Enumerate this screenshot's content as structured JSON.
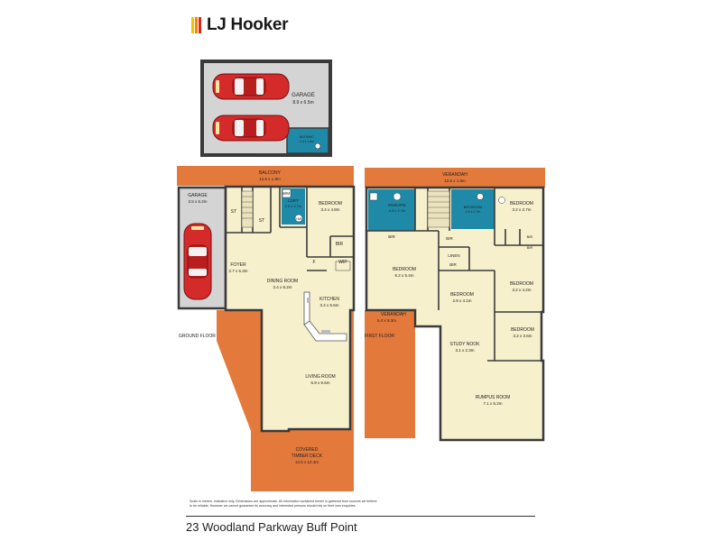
{
  "brand": {
    "name": "LJ Hooker",
    "bar_colors": [
      "#f5c400",
      "#f08a00",
      "#e2231a"
    ]
  },
  "colors": {
    "wall": "#3a3a3a",
    "room": "#f7f0cc",
    "outdoor": "#e37a3b",
    "garage_floor": "#d4d4d4",
    "wet": "#1f8aa8",
    "car": "#d42a2a"
  },
  "garage_main": {
    "name": "GARAGE",
    "dims": "8.9 x 6.5m",
    "wc": "BATH/WC",
    "wc_dims": "2.4 x 1.6m"
  },
  "ground": {
    "label": "GROUND FLOOR",
    "balcony": {
      "name": "BALCONY",
      "dims": "12.6 x 1.9m"
    },
    "garage": {
      "name": "GARAGE",
      "dims": "3.5 x 6.2m"
    },
    "st1": "ST",
    "st2": "ST",
    "wm": "WM",
    "hw": "HW",
    "laundry": {
      "name": "LDRY",
      "dims": "2.0 x 2.7m"
    },
    "bedroom": {
      "name": "BEDROOM",
      "dims": "3.4 x 4.8m"
    },
    "bir": "BIR",
    "f": "F",
    "wip": "WIP",
    "foyer": {
      "name": "FOYER",
      "dims": "2.7 x 5.3m"
    },
    "dining": {
      "name": "DINING ROOM",
      "dims": "3.4 x 8.2m"
    },
    "kitchen": {
      "name": "KITCHEN",
      "dims": "3.4 x 5.6m"
    },
    "living": {
      "name": "LIVING ROOM",
      "dims": "6.9 x 6.6m"
    },
    "deck": {
      "name1": "COVERED",
      "name2": "TIMBER DECK",
      "dims": "12.6 x 12.4m"
    }
  },
  "first": {
    "label": "FIRST FLOOR",
    "verandah_top": {
      "name": "VERANDAH",
      "dims": "12.6 x 1.6m"
    },
    "ensuite": {
      "name": "ENSUITE",
      "dims": "4.3 x 2.7m"
    },
    "bathroom": {
      "name": "BATHROOM",
      "dims": "2.9 x 2.7m"
    },
    "bed1": {
      "name": "BEDROOM",
      "dims": "3.2 x 2.7m"
    },
    "bed_main": {
      "name": "BEDROOM",
      "dims": "6.2 x 5.4m"
    },
    "bed2": {
      "name": "BEDROOM",
      "dims": "3.2 x 4.2m"
    },
    "bed3": {
      "name": "BEDROOM",
      "dims": "2.9 x 4.1m"
    },
    "bed4": {
      "name": "BEDROOM",
      "dims": "3.2 x 3.6m"
    },
    "bir": "BIR",
    "linen": "LINEN",
    "verandah_side": {
      "name": "VERANDAH",
      "dims": "5.4 x 9.3m"
    },
    "study": {
      "name": "STUDY NOOK",
      "dims": "3.1 x 2.3m"
    },
    "rumpus": {
      "name": "RUMPUS ROOM",
      "dims": "7.1 x 5.2m"
    }
  },
  "disclaimer": "Scale in metres. Indicative only. Dimensions are approximate. All information contained herein is gathered from sources we believe to be reliable. However we cannot guarantee its accuracy and interested persons should rely on their own enquiries.",
  "address": "23 Woodland Parkway Buff Point"
}
